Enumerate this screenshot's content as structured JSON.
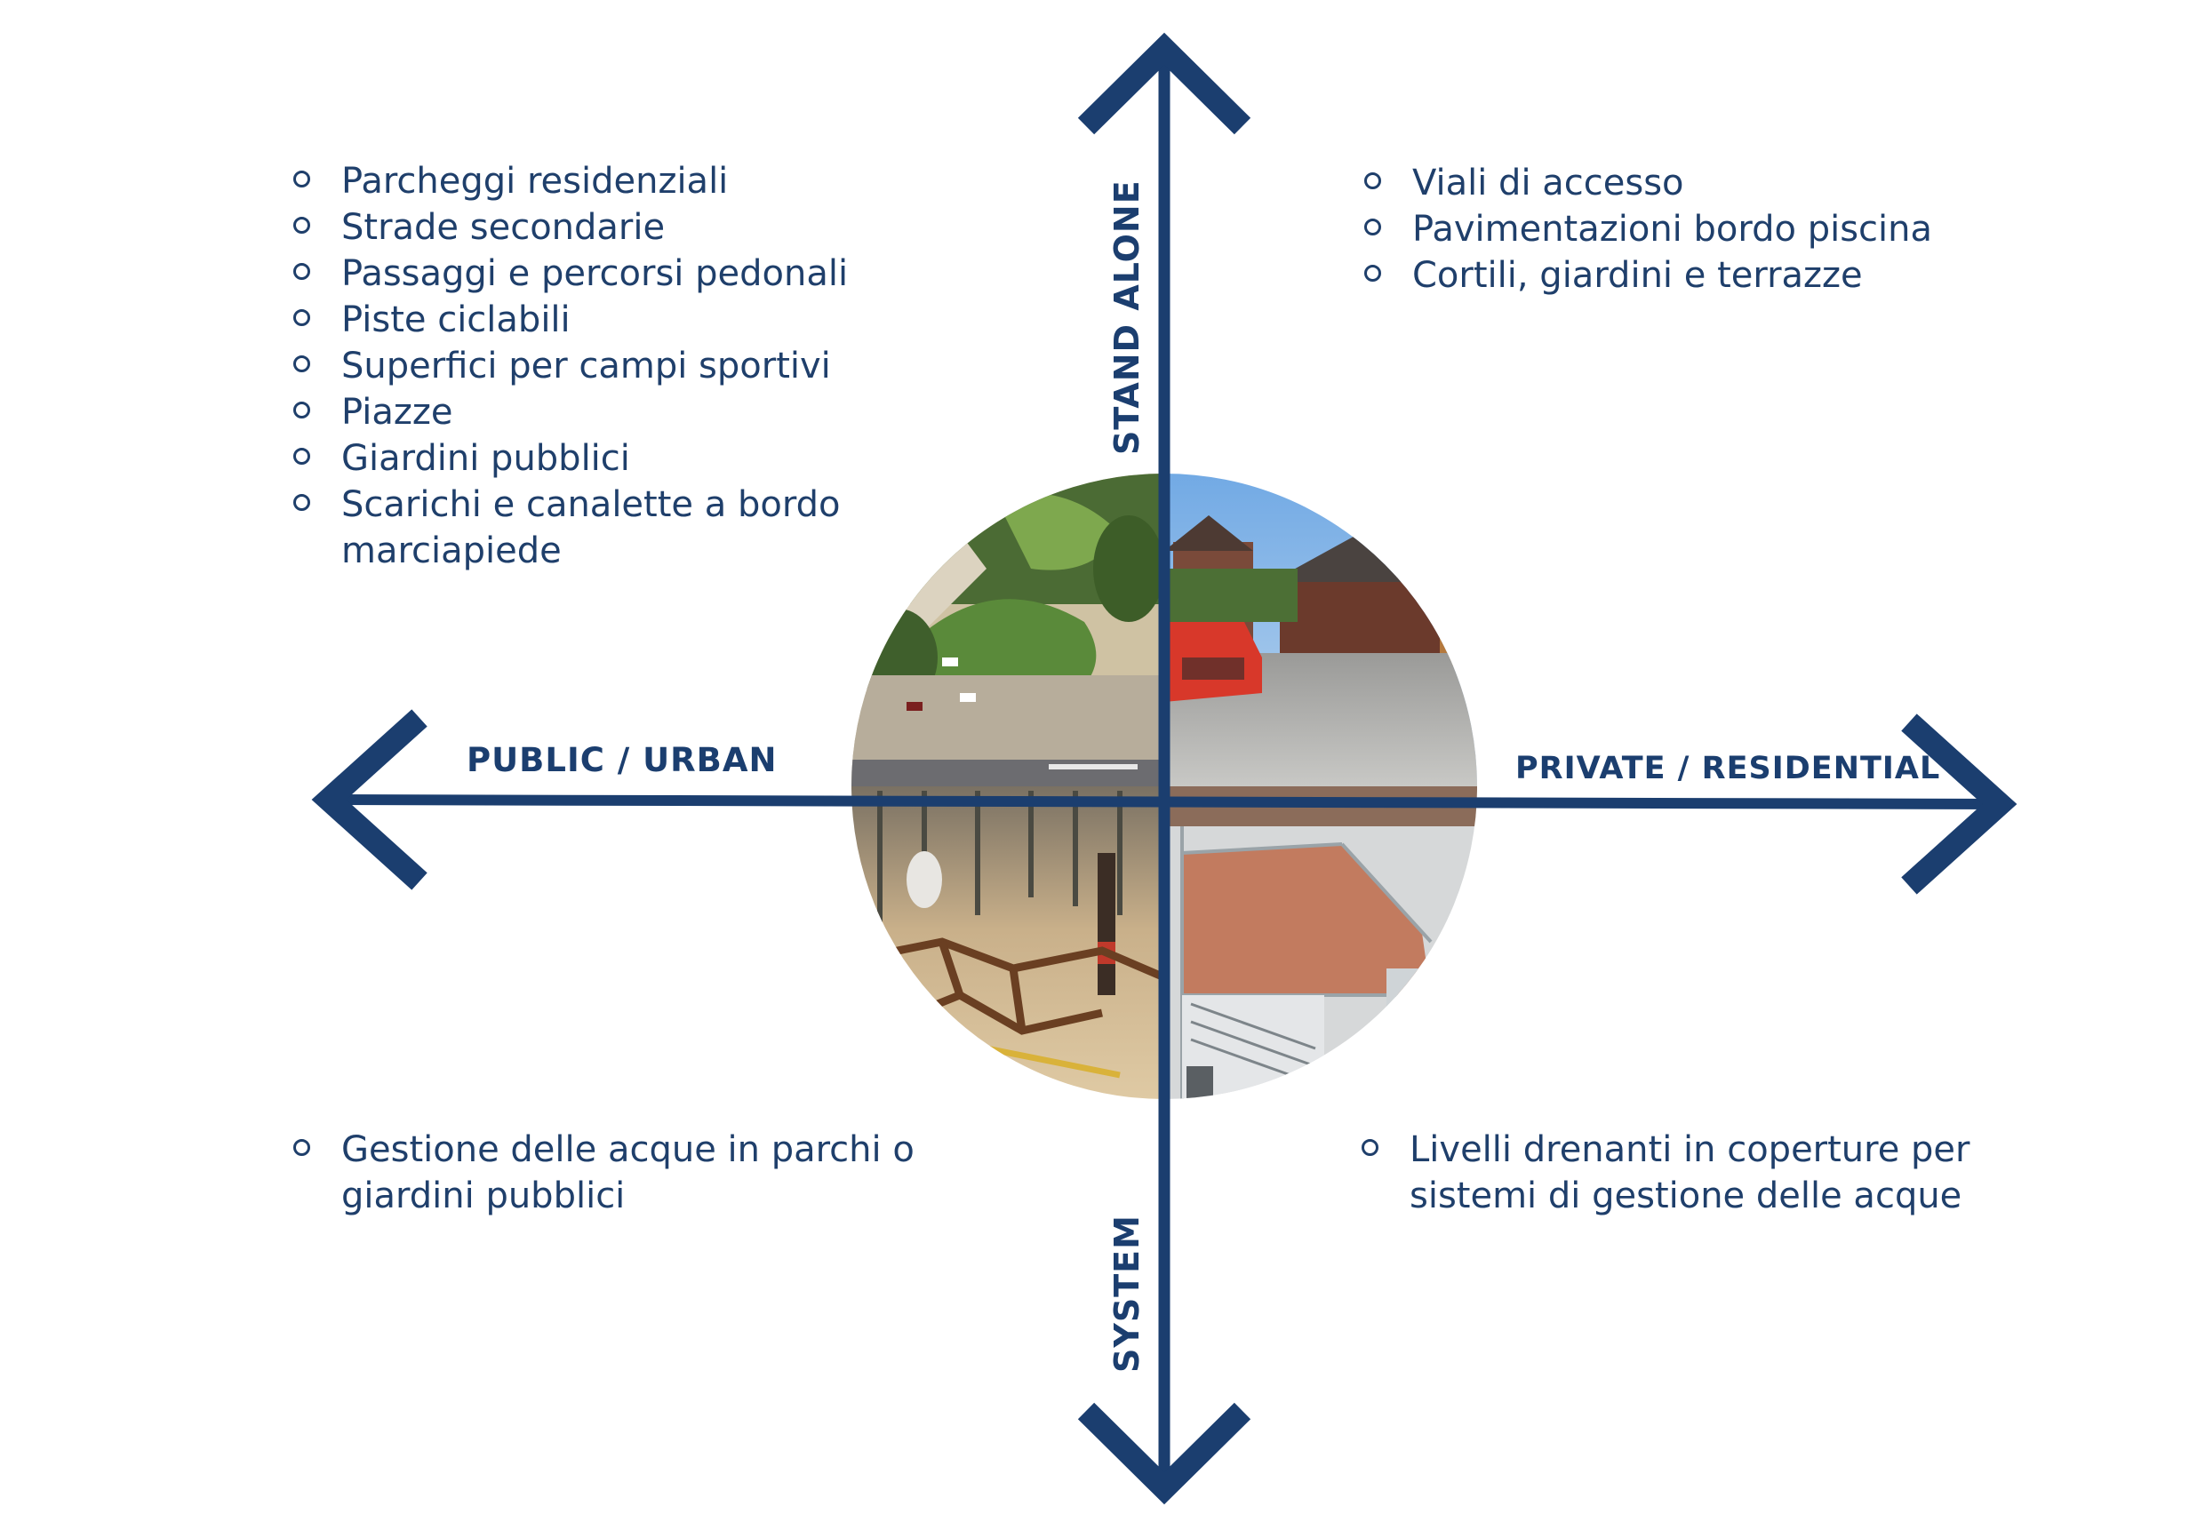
{
  "axes": {
    "top": "STAND ALONE",
    "bottom": "SYSTEM",
    "left": "PUBLIC / URBAN",
    "right": "PRIVATE / RESIDENTIAL"
  },
  "colors": {
    "axis": "#1b3e6f",
    "text": "#1f3f6b"
  },
  "quadrants": {
    "top_left": {
      "items": [
        "Parcheggi residenziali",
        "Strade secondarie",
        "Passaggi e percorsi pedonali",
        "Piste ciclabili",
        "Superfici per campi sportivi",
        "Piazze",
        "Giardini pubblici",
        "Scarichi e canalette a bordo marciapiede"
      ]
    },
    "top_right": {
      "items": [
        "Viali di accesso",
        "Pavimentazioni bordo piscina",
        "Cortili, giardini e terrazze"
      ]
    },
    "bottom_left": {
      "items": [
        "Gestione delle acque in parchi o giardini pubblici"
      ]
    },
    "bottom_right": {
      "items": [
        "Livelli drenanti in coperture per sistemi di gestione delle acque"
      ]
    }
  },
  "photos": {
    "top_left": "urban-park-aerial-photo",
    "top_right": "residential-driveway-photo",
    "bottom_left": "park-tree-planting-photo",
    "bottom_right": "rooftop-terrace-photo"
  }
}
